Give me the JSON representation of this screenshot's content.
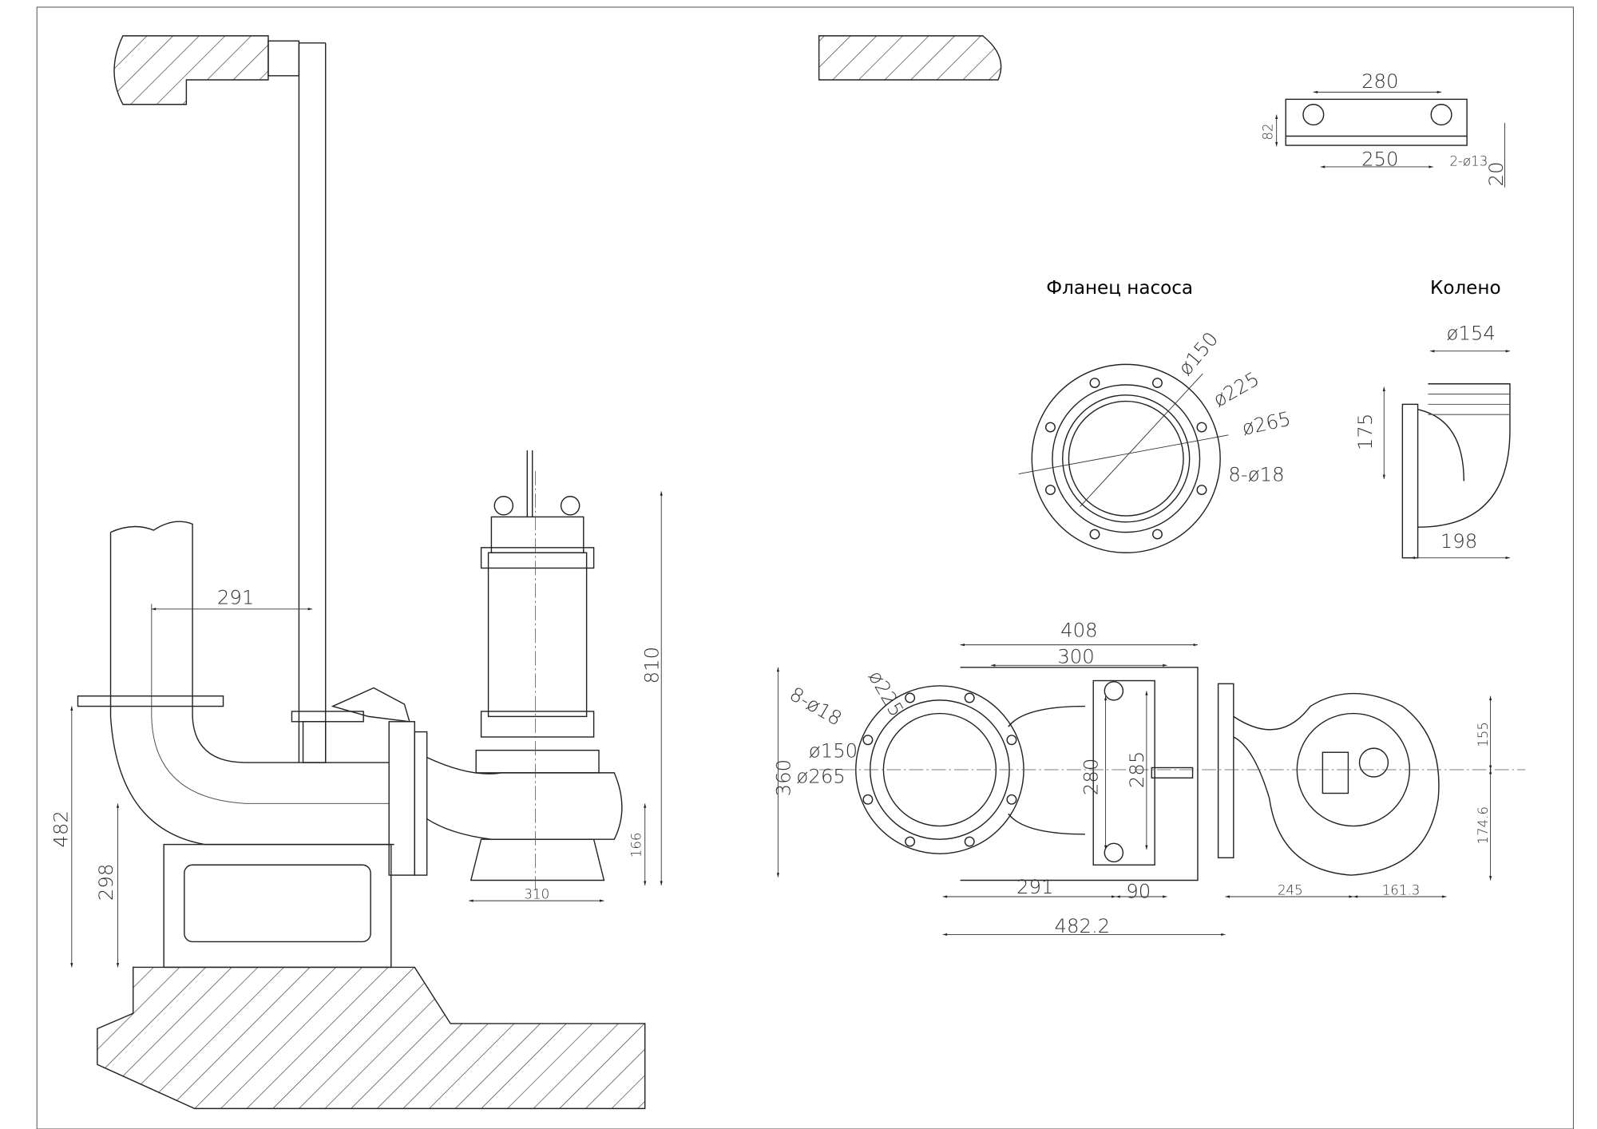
{
  "titles": {
    "pump_flange": "Фланец насоса",
    "elbow": "Колено"
  },
  "bracket": {
    "d280": "280",
    "d82": "82",
    "d250": "250",
    "holes": "2-ø13",
    "d20": "20"
  },
  "pump_flange": {
    "d150": "ø150",
    "d225": "ø225",
    "d265": "ø265",
    "holes": "8-ø18"
  },
  "elbow": {
    "d154": "ø154",
    "d175": "175",
    "d198": "198"
  },
  "plan": {
    "d408": "408",
    "d300": "300",
    "d360": "360",
    "holes": "8-ø18",
    "d225": "ø225",
    "d150": "ø150",
    "d265": "ø265",
    "d280": "280",
    "d285": "285",
    "d155": "155",
    "d174_6": "174.6",
    "d291": "291",
    "d90": "90",
    "d482_2": "482.2",
    "d245": "245",
    "d161_3": "161.3"
  },
  "elevation": {
    "d291": "291",
    "d810": "810",
    "d482": "482",
    "d298": "298",
    "d166": "166",
    "d310": "310"
  }
}
